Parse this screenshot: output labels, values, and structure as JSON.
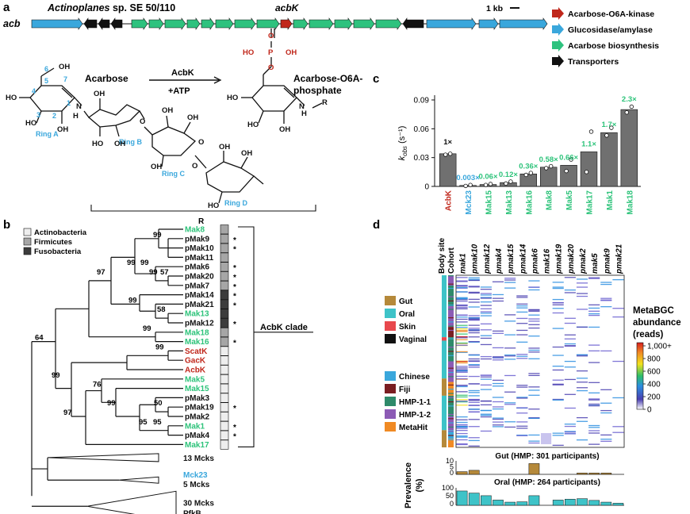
{
  "colors": {
    "kinase": "#c0271b",
    "glucosidase": "#3aa7dc",
    "biosynthesis": "#2ec27e",
    "transporter": "#111111",
    "accent_green": "#2dc37a",
    "accent_blue": "#3aa7dc",
    "accent_red": "#c0271b",
    "bar": "#707070"
  },
  "panel_a": {
    "label": "a",
    "organism": "Actinoplanes",
    "organism_suffix": " sp. SE 50/110",
    "cluster": "acb",
    "gene": "acbK",
    "scale": "1 kb",
    "legend": [
      {
        "label": "Acarbose-O6A-kinase",
        "color": "#c0271b"
      },
      {
        "label": "Glucosidase/amylase",
        "color": "#3aa7dc"
      },
      {
        "label": "Acarbose biosynthesis",
        "color": "#2ec27e"
      },
      {
        "label": "Transporters",
        "color": "#111111"
      }
    ],
    "reaction": {
      "substrate": "Acarbose",
      "enzyme": "AcbK",
      "cofactor": "+ATP",
      "product_line1": "Acarbose-O6A-",
      "product_line2": "phosphate",
      "rings": [
        "Ring A",
        "Ring B",
        "Ring C",
        "Ring D"
      ],
      "r_label": "R",
      "atoms": [
        "HO",
        "P",
        "OH",
        "O",
        "O",
        "OH",
        "HO",
        "HO",
        "OH",
        "N",
        "H",
        "OH",
        "HO",
        "OH",
        "O",
        "OH",
        "OH",
        "OH",
        "O",
        "O",
        "OH",
        "OH",
        "HO",
        "HO",
        "HO",
        "OH",
        "N",
        "H",
        "R"
      ],
      "numbers": [
        "1",
        "2",
        "3",
        "4",
        "5",
        "6",
        "7"
      ]
    }
  },
  "panel_b": {
    "label": "b",
    "legend": [
      {
        "label": "Actinobacteria",
        "color": "#eeeeee"
      },
      {
        "label": "Firmicutes",
        "color": "#a6a6a6"
      },
      {
        "label": "Fusobacteria",
        "color": "#3c3c3c"
      }
    ],
    "clade_label": "AcbK clade",
    "leaves": [
      {
        "name": "Mak8",
        "color": "#2dc37a",
        "box": "#a6a6a6",
        "star": ""
      },
      {
        "name": "pMak9",
        "color": "#111111",
        "box": "#a6a6a6",
        "star": "*"
      },
      {
        "name": "pMak10",
        "color": "#111111",
        "box": "#a6a6a6",
        "star": "*"
      },
      {
        "name": "pMak11",
        "color": "#111111",
        "box": "#a6a6a6",
        "star": ""
      },
      {
        "name": "pMak6",
        "color": "#111111",
        "box": "#a6a6a6",
        "star": "*"
      },
      {
        "name": "pMak20",
        "color": "#111111",
        "box": "#a6a6a6",
        "star": "*"
      },
      {
        "name": "pMak7",
        "color": "#111111",
        "box": "#a6a6a6",
        "star": "*"
      },
      {
        "name": "pMak14",
        "color": "#111111",
        "box": "#3c3c3c",
        "star": "*"
      },
      {
        "name": "pMak21",
        "color": "#111111",
        "box": "#3c3c3c",
        "star": "*"
      },
      {
        "name": "Mak13",
        "color": "#2dc37a",
        "box": "#3c3c3c",
        "star": ""
      },
      {
        "name": "pMak12",
        "color": "#111111",
        "box": "#3c3c3c",
        "star": "*"
      },
      {
        "name": "Mak18",
        "color": "#2dc37a",
        "box": "#a6a6a6",
        "star": ""
      },
      {
        "name": "Mak16",
        "color": "#2dc37a",
        "box": "#a6a6a6",
        "star": "*"
      },
      {
        "name": "ScatK",
        "color": "#c0271b",
        "box": "#eeeeee",
        "star": ""
      },
      {
        "name": "GacK",
        "color": "#c0271b",
        "box": "#eeeeee",
        "star": ""
      },
      {
        "name": "AcbK",
        "color": "#c0271b",
        "box": "#eeeeee",
        "star": ""
      },
      {
        "name": "Mak5",
        "color": "#2dc37a",
        "box": "#eeeeee",
        "star": ""
      },
      {
        "name": "Mak15",
        "color": "#2dc37a",
        "box": "#eeeeee",
        "star": ""
      },
      {
        "name": "pMak3",
        "color": "#111111",
        "box": "#eeeeee",
        "star": ""
      },
      {
        "name": "pMak19",
        "color": "#111111",
        "box": "#eeeeee",
        "star": "*"
      },
      {
        "name": "pMak2",
        "color": "#111111",
        "box": "#eeeeee",
        "star": ""
      },
      {
        "name": "Mak1",
        "color": "#2dc37a",
        "box": "#eeeeee",
        "star": "*"
      },
      {
        "name": "pMak4",
        "color": "#111111",
        "box": "#eeeeee",
        "star": "*"
      },
      {
        "name": "Mak17",
        "color": "#2dc37a",
        "box": "#eeeeee",
        "star": ""
      }
    ],
    "bootstraps": [
      "99",
      "99",
      "99",
      "57",
      "99",
      "99",
      "58",
      "97",
      "99",
      "64",
      "99",
      "99",
      "76",
      "99",
      "50",
      "95",
      "97",
      "95"
    ],
    "collapsed": [
      {
        "label": "13 Mcks",
        "color": "#111111"
      },
      {
        "label": "Mck23",
        "color": "#3aa7dc"
      },
      {
        "label": "5 Mcks",
        "color": "#111111"
      },
      {
        "label": "30 Mcks",
        "color": "#111111"
      },
      {
        "label": "PfkB",
        "color": "#111111"
      }
    ]
  },
  "panel_c": {
    "label": "c"
  },
  "panel_d": {
    "label": "d",
    "col_headers": [
      "Body site",
      "Cohort"
    ],
    "genes": [
      "mak1",
      "pmak10",
      "pmak12",
      "pmak4",
      "pmak15",
      "pmak14",
      "pmak6",
      "mak16",
      "pmak19",
      "pmak20",
      "pmak2",
      "mak5",
      "pmak9",
      "pmak21"
    ],
    "body_legend": [
      {
        "label": "Gut",
        "color": "#b5893a"
      },
      {
        "label": "Oral",
        "color": "#3ec3c8"
      },
      {
        "label": "Skin",
        "color": "#e8484d"
      },
      {
        "label": "Vaginal",
        "color": "#111111"
      }
    ],
    "cohort_legend": [
      {
        "label": "Chinese",
        "color": "#3aa7dc"
      },
      {
        "label": "Fiji",
        "color": "#7a1e22"
      },
      {
        "label": "HMP-1-1",
        "color": "#2e8a6a"
      },
      {
        "label": "HMP-1-2",
        "color": "#8c5bb5"
      },
      {
        "label": "MetaHit",
        "color": "#f08a24"
      }
    ],
    "colorbar": {
      "title1": "MetaBGC",
      "title2": "abundance",
      "title3": "(reads)",
      "ticks": [
        "1,000+",
        "800",
        "600",
        "400",
        "200",
        "0"
      ]
    },
    "gut_title": "Gut (HMP: 301 participants)",
    "oral_title": "Oral (HMP: 264 participants)",
    "prevalence_label": "Prevalence",
    "prevalence_unit": "(%)",
    "gut_ticks": [
      "10",
      "5",
      "0"
    ],
    "oral_ticks": [
      "100",
      "50",
      "0"
    ],
    "gut_prevalence": [
      2,
      3,
      0,
      0,
      0,
      0,
      8,
      0,
      0,
      0,
      1,
      1,
      1,
      0
    ],
    "oral_prevalence": [
      82,
      70,
      55,
      30,
      18,
      20,
      55,
      0,
      30,
      35,
      38,
      28,
      18,
      12
    ]
  },
  "chart_data": {
    "type": "bar",
    "categories": [
      "AcbK",
      "Mck23",
      "Mak15",
      "Mak13",
      "Mak16",
      "Mak8",
      "Mak5",
      "Mak17",
      "Mak1",
      "Mak18"
    ],
    "category_colors": [
      "#c0271b",
      "#3aa7dc",
      "#2dc37a",
      "#2dc37a",
      "#2dc37a",
      "#2dc37a",
      "#2dc37a",
      "#2dc37a",
      "#2dc37a",
      "#2dc37a"
    ],
    "values": [
      0.034,
      0.001,
      0.002,
      0.004,
      0.013,
      0.02,
      0.022,
      0.036,
      0.056,
      0.08
    ],
    "points": [
      [
        0.033,
        0.034
      ],
      [
        0.0005,
        0.0015
      ],
      [
        0.0015,
        0.0025
      ],
      [
        0.003,
        0.005
      ],
      [
        0.012,
        0.014
      ],
      [
        0.019,
        0.021
      ],
      [
        0.016,
        0.028
      ],
      [
        0.015,
        0.057
      ],
      [
        0.053,
        0.061
      ],
      [
        0.077,
        0.083
      ]
    ],
    "fold_labels": [
      "1×",
      "0.003×",
      "0.06×",
      "0.12×",
      "0.36×",
      "0.58×",
      "0.66×",
      "1.1×",
      "1.7×",
      "2.3×"
    ],
    "ylabel_main": "k",
    "ylabel_sub": "obs",
    "ylabel_unit": " (s⁻¹)",
    "ylim": [
      0,
      0.09
    ],
    "yticks": [
      "0",
      "0.03",
      "0.06",
      "0.09"
    ],
    "xlabel": ""
  }
}
